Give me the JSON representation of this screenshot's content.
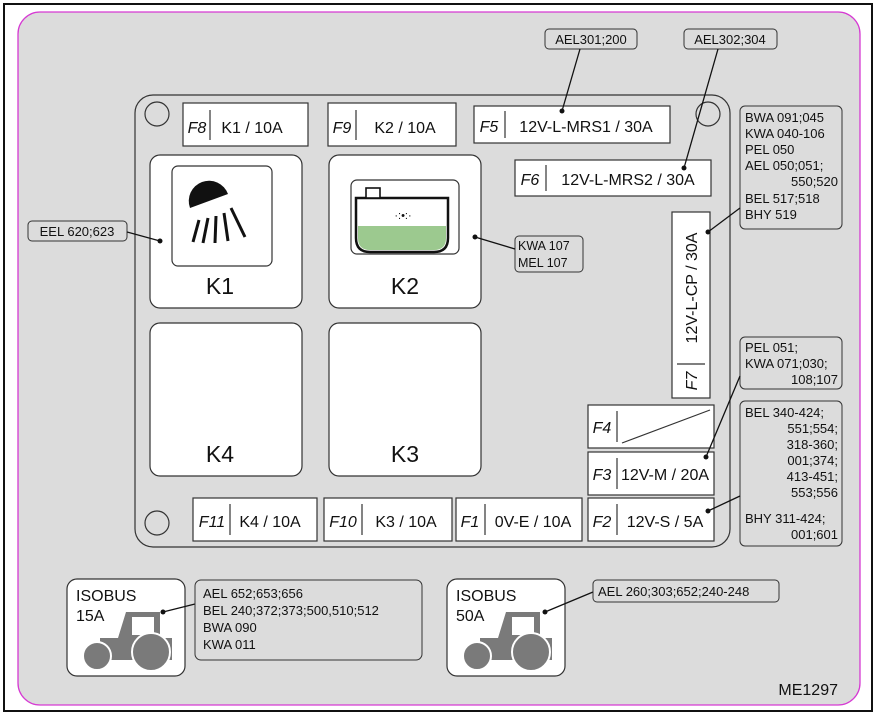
{
  "fuse_panel": {
    "fuses": [
      {
        "id": "F8",
        "label": "K1 / 10A"
      },
      {
        "id": "F9",
        "label": "K2 / 10A"
      },
      {
        "id": "F5",
        "label": "12V-L-MRS1 / 30A"
      },
      {
        "id": "F6",
        "label": "12V-L-MRS2 / 30A"
      },
      {
        "id": "F7",
        "label": "12V-L-CP / 30A"
      },
      {
        "id": "F4",
        "label": ""
      },
      {
        "id": "F3",
        "label": "12V-M / 20A"
      },
      {
        "id": "F2",
        "label": "12V-S / 5A"
      },
      {
        "id": "F1",
        "label": "0V-E / 10A"
      },
      {
        "id": "F10",
        "label": "K3 / 10A"
      },
      {
        "id": "F11",
        "label": "K4 / 10A"
      }
    ],
    "relays": [
      {
        "id": "K1",
        "label": "K1",
        "icon": "work-light-icon"
      },
      {
        "id": "K2",
        "label": "K2",
        "icon": "tank-sprayer-icon"
      },
      {
        "id": "K3",
        "label": "K3",
        "icon": ""
      },
      {
        "id": "K4",
        "label": "K4",
        "icon": ""
      }
    ]
  },
  "callouts": {
    "ael301": "AEL301;200",
    "ael302": "AEL302;304",
    "eel": "EEL 620;623",
    "k2_refs": [
      "KWA 107",
      "MEL 107"
    ],
    "right_top": [
      "BWA 091;045",
      "KWA 040-106",
      "PEL  050",
      "AEL  050;051;",
      "550;520",
      "BEL  517;518",
      "BHY  519"
    ],
    "right_mid": [
      "PEL  051;",
      "KWA 071;030;",
      "108;107"
    ],
    "right_bottom": [
      "BEL 340-424;",
      "551;554;",
      "318-360;",
      "001;374;",
      "413-451;",
      "553;556",
      "BHY 311-424;",
      "001;601"
    ]
  },
  "isobus": [
    {
      "title": "ISOBUS",
      "rating": "15A",
      "icon": "tractor-icon",
      "refs": [
        "AEL 652;653;656",
        "BEL 240;372;373;500,510;512",
        "BWA 090",
        "KWA 011"
      ]
    },
    {
      "title": "ISOBUS",
      "rating": "50A",
      "icon": "tractor-icon",
      "refs": [
        "AEL 260;303;652;240-248"
      ]
    }
  ],
  "diagram_id": "ME1297"
}
